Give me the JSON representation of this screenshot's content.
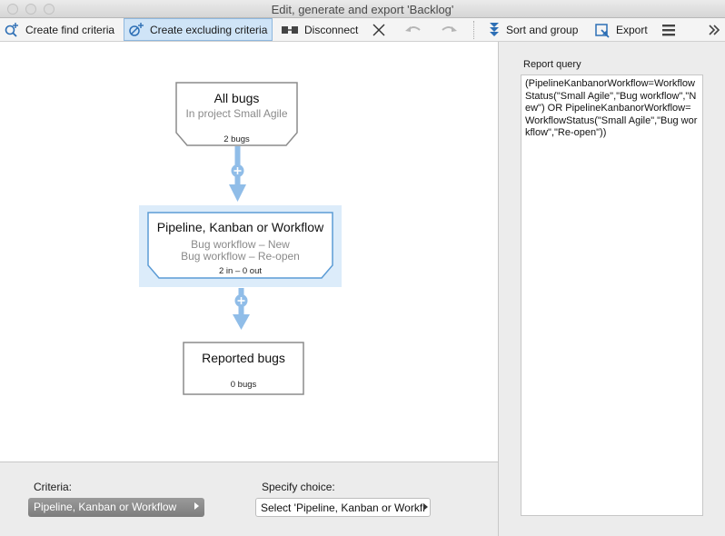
{
  "window": {
    "title": "Edit, generate and export 'Backlog'"
  },
  "toolbar": {
    "create_find_label": "Create find criteria",
    "create_excluding_label": "Create excluding criteria",
    "disconnect_label": "Disconnect",
    "sort_group_label": "Sort and group",
    "export_label": "Export"
  },
  "flow": {
    "nodes": [
      {
        "title": "All bugs",
        "subtitle": "In project Small Agile",
        "count": "2 bugs"
      },
      {
        "title": "Pipeline, Kanban or Workflow",
        "line1": "Bug workflow – New",
        "line2": "Bug workflow – Re-open",
        "count": "2 in – 0 out"
      },
      {
        "title": "Reported bugs",
        "count": "0 bugs"
      }
    ]
  },
  "report": {
    "label": "Report query",
    "query": "(PipelineKanbanorWorkflow=WorkflowStatus(\"Small Agile\",\"Bug workflow\",\"New\") OR PipelineKanbanorWorkflow=WorkflowStatus(\"Small Agile\",\"Bug workflow\",\"Re-open\"))"
  },
  "criteria": {
    "label": "Criteria:",
    "value": "Pipeline, Kanban or Workflow",
    "choice_label": "Specify choice:",
    "choice_value": "Select 'Pipeline, Kanban or Workfl"
  },
  "colors": {
    "accent": "#5b9bd5",
    "connector": "#90bde8",
    "selection_bg": "#dcecfa"
  }
}
